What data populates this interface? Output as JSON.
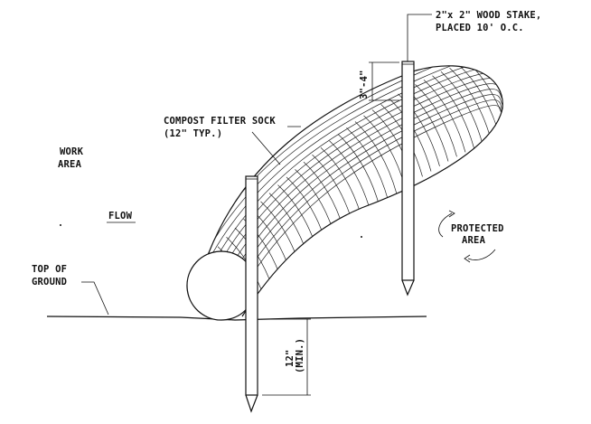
{
  "labels": {
    "stake_line1": "2\"x 2\" WOOD STAKE,",
    "stake_line2": "PLACED 10' O.C.",
    "sock_line1": "COMPOST FILTER SOCK",
    "sock_line2": "(12\" TYP.)",
    "work_line1": "WORK",
    "work_line2": "AREA",
    "flow": "FLOW",
    "protected_line1": "PROTECTED",
    "protected_line2": "AREA",
    "ground_line1": "TOP OF",
    "ground_line2": "GROUND",
    "stake_height": "3\"-4\"",
    "embed_depth": "12\"",
    "embed_min": "(MIN.)"
  }
}
